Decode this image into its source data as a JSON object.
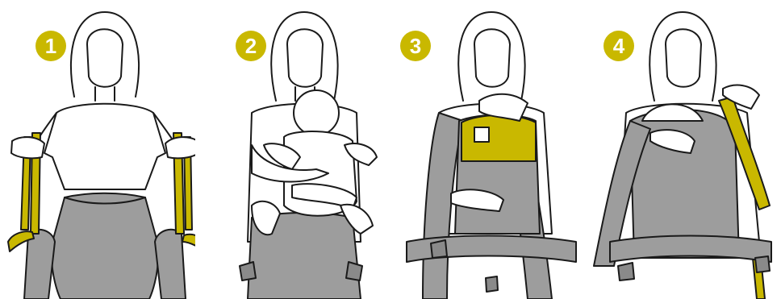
{
  "colors": {
    "accent": "#c9b800",
    "carrier": "#9d9d9d",
    "outline": "#1a1a1a"
  },
  "steps": [
    {
      "number": "1"
    },
    {
      "number": "2"
    },
    {
      "number": "3"
    },
    {
      "number": "4"
    }
  ]
}
